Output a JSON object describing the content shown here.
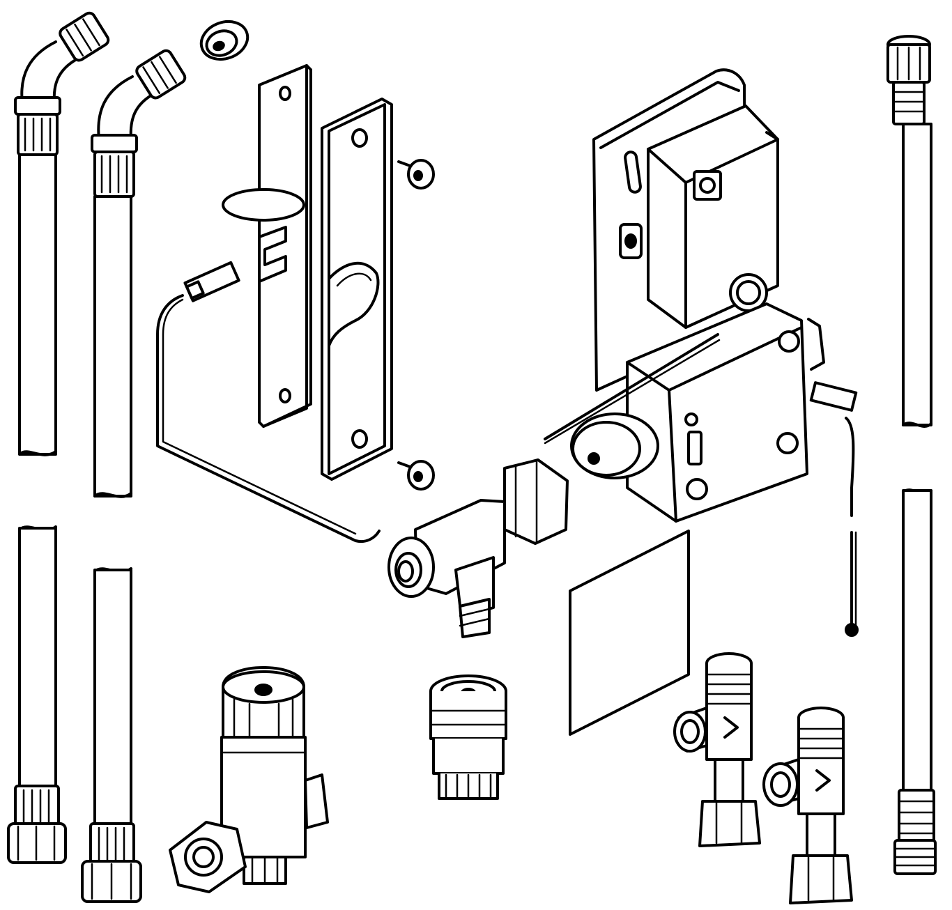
{
  "diagram": {
    "type": "exploded-parts-drawing",
    "line_color": "#000000",
    "background": "#ffffff",
    "parts": [
      "bent-hose-left",
      "bent-hose-right",
      "grommet",
      "gasket-plate",
      "mounting-plate",
      "screw-upper",
      "screw-lower",
      "sensor-cable",
      "electronic-control-box",
      "solenoid-valve-body",
      "angle-valve",
      "temperature-probe",
      "straight-hose",
      "thermostatic-mixing-valve",
      "check-valve-cartridge",
      "square-gasket",
      "tee-fitting-upper",
      "tee-fitting-lower"
    ]
  }
}
